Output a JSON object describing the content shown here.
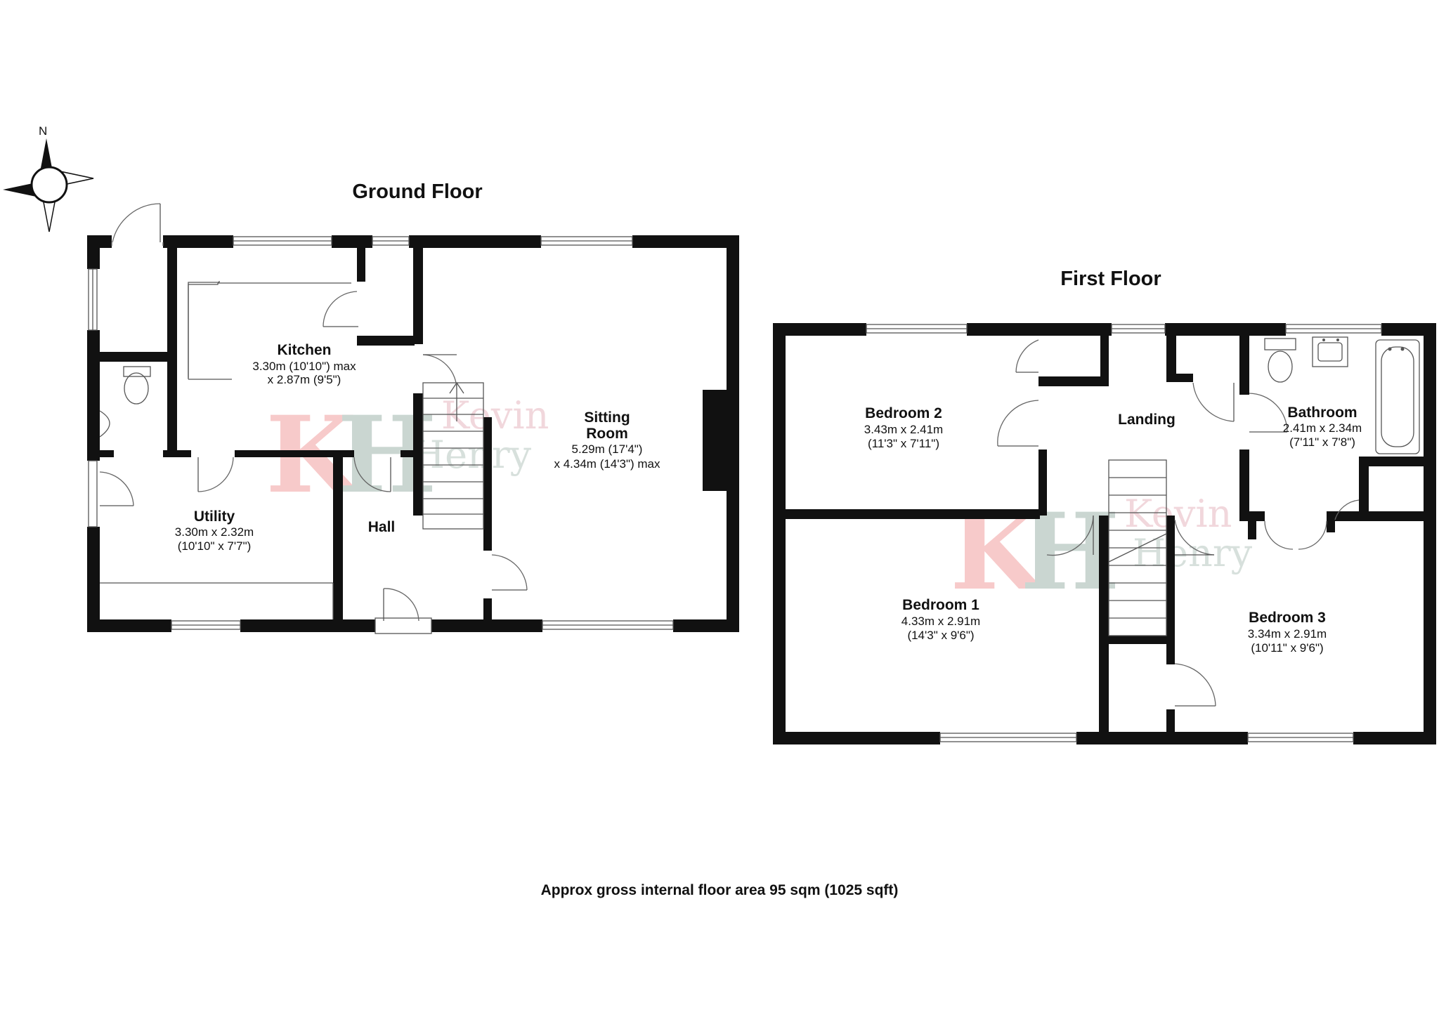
{
  "compass": {
    "label": "N",
    "icon": "compass-icon"
  },
  "watermark": {
    "logo_letters": [
      "K",
      "H"
    ],
    "words": [
      "Kevin",
      "Henry"
    ],
    "colors": {
      "k": "#f2a0a0",
      "h": "#9fb5ad",
      "text": "#c9a8c9"
    }
  },
  "ground_floor": {
    "title": "Ground Floor",
    "rooms": {
      "kitchen": {
        "name": "Kitchen",
        "dims": [
          "3.30m (10'10\") max",
          "x 2.87m (9'5\")"
        ]
      },
      "sitting_room": {
        "name": [
          "Sitting",
          "Room"
        ],
        "dims": [
          "5.29m (17'4\")",
          "x 4.34m (14'3\") max"
        ]
      },
      "utility": {
        "name": "Utility",
        "dims": [
          "3.30m x 2.32m",
          "(10'10\" x 7'7\")"
        ]
      },
      "hall": {
        "name": "Hall"
      }
    }
  },
  "first_floor": {
    "title": "First Floor",
    "rooms": {
      "bedroom_2": {
        "name": "Bedroom 2",
        "dims": [
          "3.43m x 2.41m",
          "(11'3\" x 7'11\")"
        ]
      },
      "landing": {
        "name": "Landing"
      },
      "bathroom": {
        "name": "Bathroom",
        "dims": [
          "2.41m x 2.34m",
          "(7'11\" x 7'8\")"
        ]
      },
      "bedroom_1": {
        "name": "Bedroom 1",
        "dims": [
          "4.33m x 2.91m",
          "(14'3\" x 9'6\")"
        ]
      },
      "bedroom_3": {
        "name": "Bedroom 3",
        "dims": [
          "3.34m x 2.91m",
          "(10'11\" x 9'6\")"
        ]
      }
    }
  },
  "area_note": "Approx gross internal floor area 95 sqm (1025 sqft)",
  "colors": {
    "wall": "#111111",
    "line": "#555555"
  }
}
